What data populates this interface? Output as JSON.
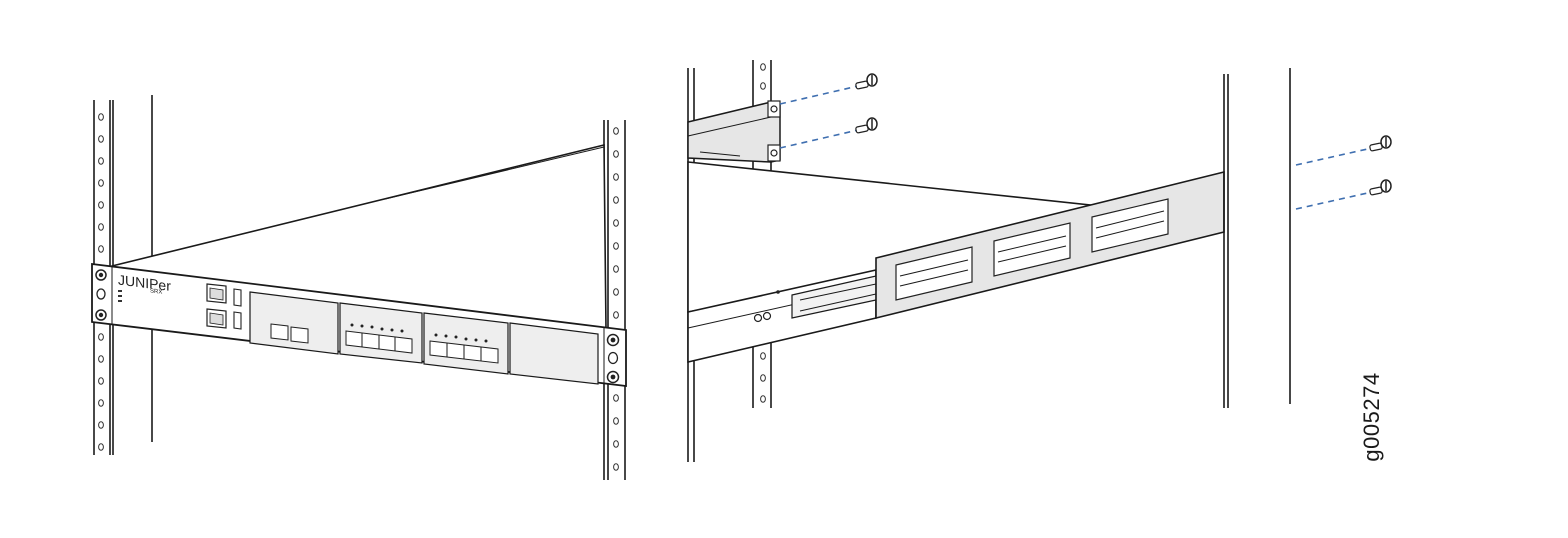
{
  "figure": {
    "id_label": "g005274",
    "device_brand": "JUNIPer",
    "device_model": "SRX"
  },
  "colors": {
    "line": "#1a1a1a",
    "guide_dash": "#3f6fb0",
    "rail_fill": "#e6e6e6",
    "vent_fill": "#eeeeee"
  }
}
